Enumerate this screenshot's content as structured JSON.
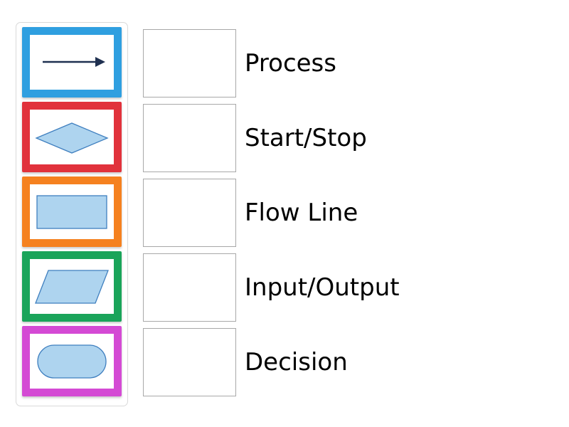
{
  "activity": {
    "type": "match-up-drag-and-drop",
    "shape_fill": "#aed4ef",
    "shape_stroke": "#3f7fbf",
    "arrow_color": "#1f3050",
    "tray_border": "#d9d9d9",
    "dropzone_border": "#a8a8a8",
    "background": "#ffffff"
  },
  "tiles": [
    {
      "icon": "flow-line-arrow-icon",
      "shape": "arrow",
      "border_color": "#2f9fe0",
      "color_name": "blue"
    },
    {
      "icon": "decision-diamond-icon",
      "shape": "diamond",
      "border_color": "#e1323c",
      "color_name": "red"
    },
    {
      "icon": "process-rectangle-icon",
      "shape": "rectangle",
      "border_color": "#f5811f",
      "color_name": "orange"
    },
    {
      "icon": "input-output-parallelogram-icon",
      "shape": "parallelogram",
      "border_color": "#1aa45a",
      "color_name": "green"
    },
    {
      "icon": "start-stop-stadium-icon",
      "shape": "stadium",
      "border_color": "#d44ad4",
      "color_name": "magenta"
    }
  ],
  "rows": [
    {
      "label": "Process",
      "answer_value": ""
    },
    {
      "label": "Start/Stop",
      "answer_value": ""
    },
    {
      "label": "Flow Line",
      "answer_value": ""
    },
    {
      "label": "Input/Output",
      "answer_value": ""
    },
    {
      "label": "Decision",
      "answer_value": ""
    }
  ]
}
